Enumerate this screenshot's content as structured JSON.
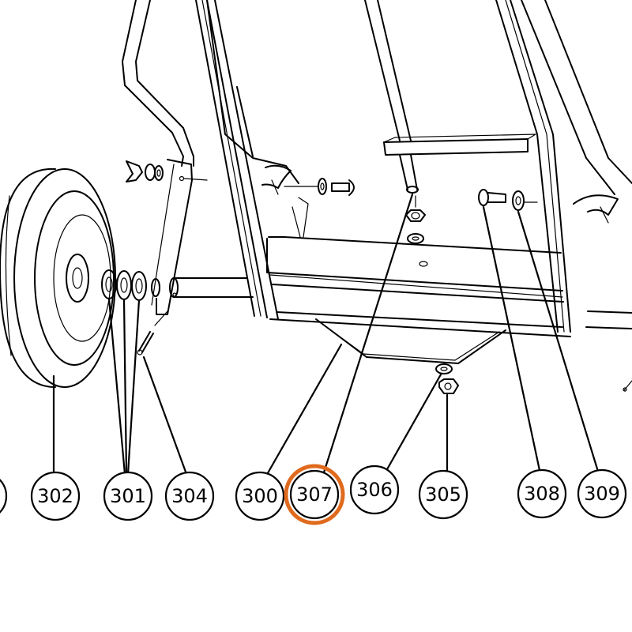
{
  "diagram": {
    "highlight_color": "#e06a1d",
    "highlighted_part": "307",
    "callouts": [
      {
        "id": "c-edge",
        "label": ""
      },
      {
        "id": "c302",
        "label": "302"
      },
      {
        "id": "c301",
        "label": "301"
      },
      {
        "id": "c304",
        "label": "304"
      },
      {
        "id": "c300",
        "label": "300"
      },
      {
        "id": "c307",
        "label": "307"
      },
      {
        "id": "c306",
        "label": "306"
      },
      {
        "id": "c305",
        "label": "305"
      },
      {
        "id": "c308",
        "label": "308"
      },
      {
        "id": "c309",
        "label": "309"
      }
    ]
  }
}
